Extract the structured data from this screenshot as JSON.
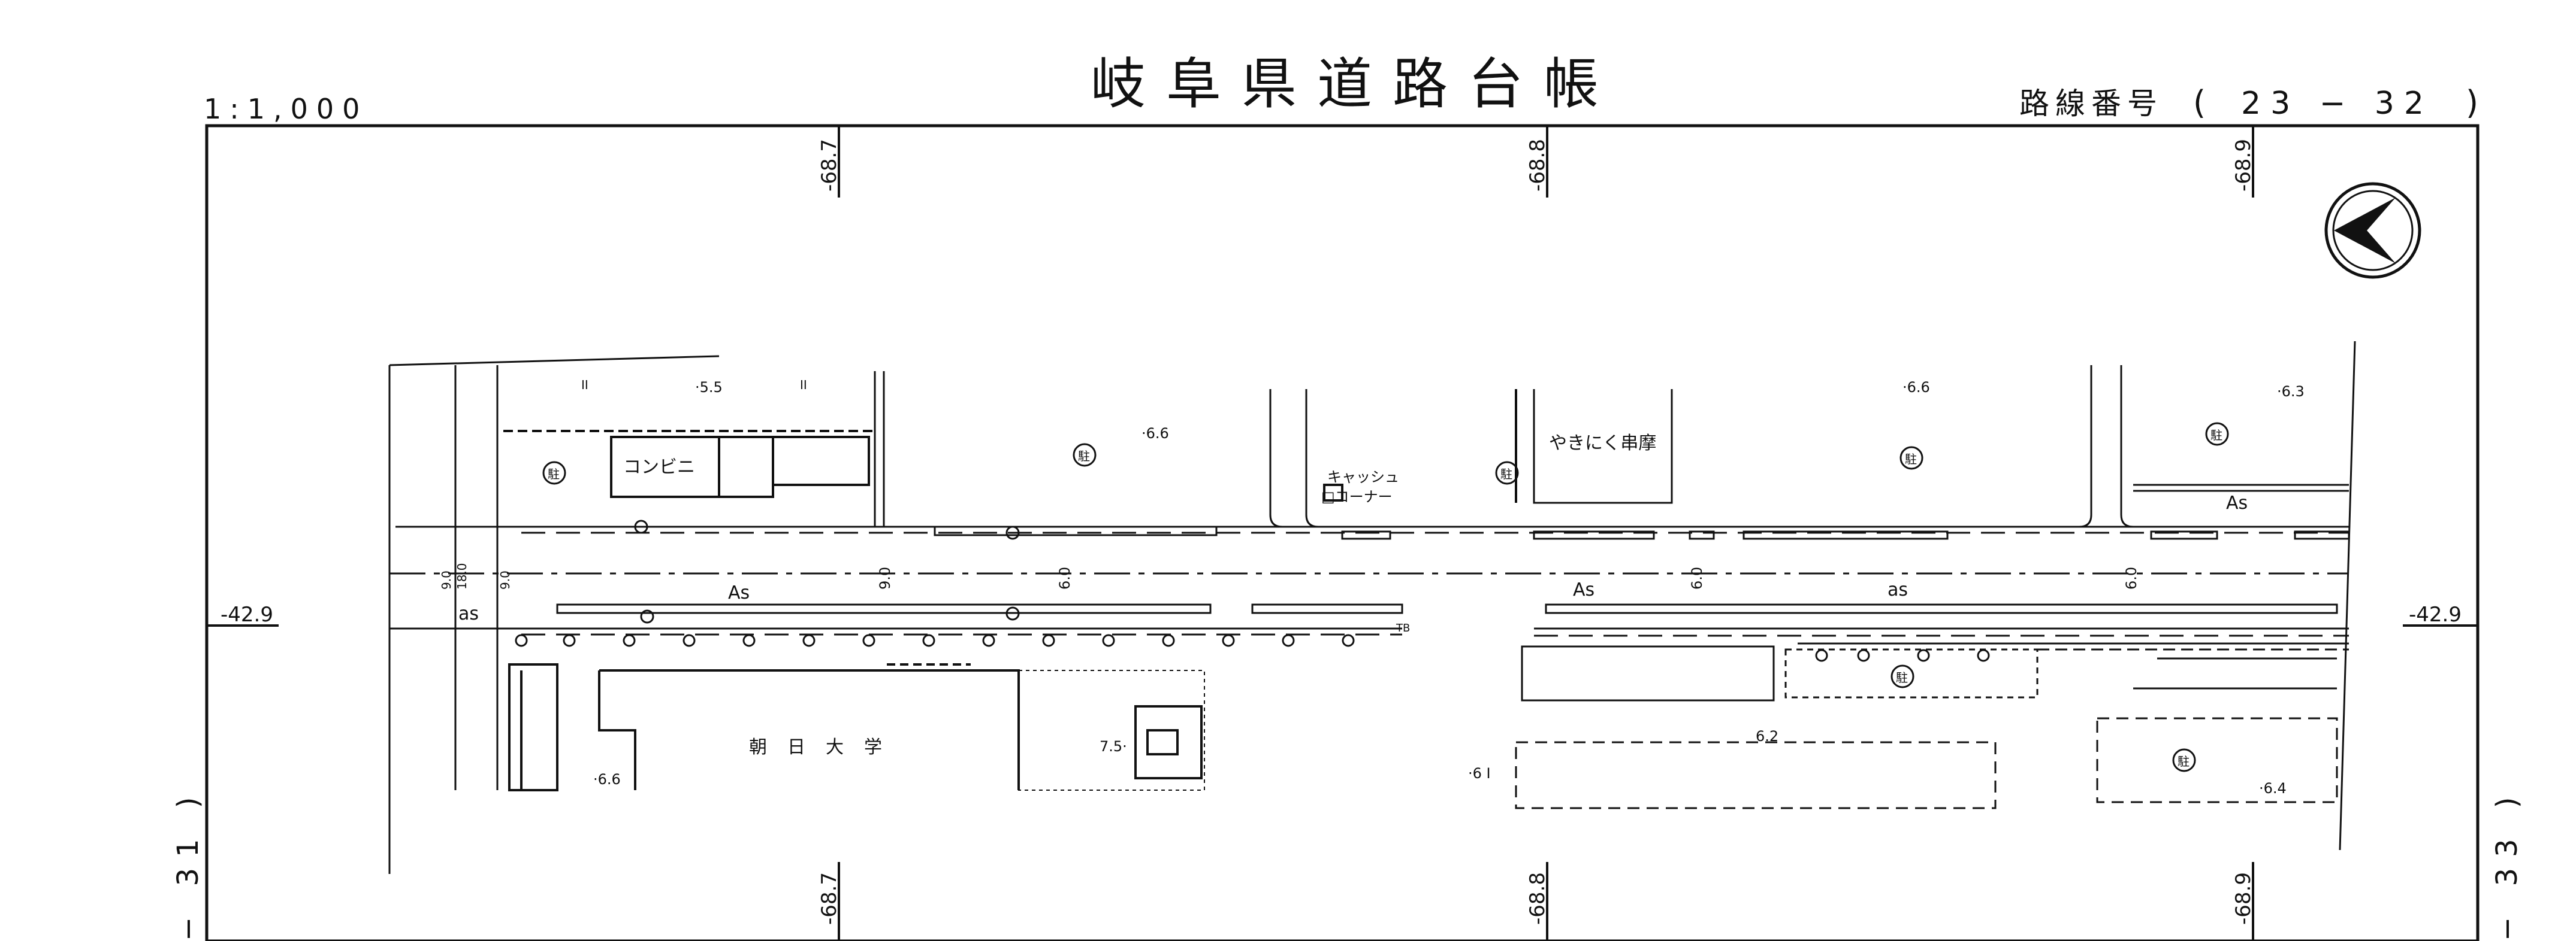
{
  "header": {
    "scale": "1:1,000",
    "title": "岐阜県道路台帳",
    "route_label": "路線番号",
    "route_open": "(",
    "route_number": "23 − 32",
    "route_close": ")"
  },
  "side_labels": {
    "left": "− 31 )",
    "right": "− 33 )"
  },
  "grid_labels": {
    "top_1": "-68.7",
    "top_2": "-68.8",
    "top_3": "-68.9",
    "bottom_1": "-68.7",
    "bottom_2": "-68.8",
    "bottom_3": "-68.9",
    "left_mid": "-42.9",
    "right_mid": "-42.9"
  },
  "map_labels": {
    "konbini": "コンビニ",
    "cash_line1": "キャッシュ",
    "cash_line2": "□コーナー",
    "yakiniku": "やきにく串摩",
    "university": "朝日大学",
    "as_1": "As",
    "as_2": "As",
    "as_3": "As",
    "as_4": "as",
    "as_5": "as",
    "parking": "駐",
    "tb": "TB",
    "w1": "9.0",
    "w2": "18.0",
    "w3": "9.0",
    "w4": "9.0",
    "w5": "6.0",
    "w6": "6.0",
    "w7": "6.0",
    "e55": "·5.5",
    "e66a": "·6.6",
    "e66b": "·6.6",
    "e63": "·6.3",
    "e62": "6.2",
    "e61": "·6 I",
    "e64": "·6.4",
    "e66c": "·6.6",
    "e75": "7.5·",
    "n1": "II",
    "n2": "II"
  },
  "north_arrow": "north-arrow-icon"
}
